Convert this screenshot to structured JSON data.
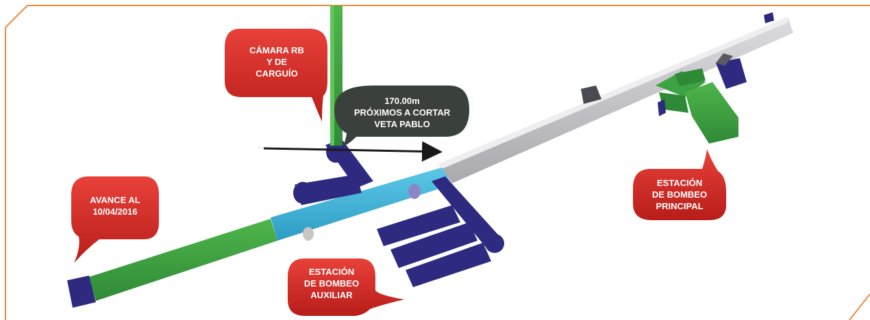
{
  "callouts": {
    "camara": {
      "line1": "CÁMARA RB",
      "line2": "Y DE",
      "line3": "CARGUÍO"
    },
    "distance": {
      "line1": "170.00m",
      "line2": "PRÓXIMOS A CORTAR",
      "line3": "VETA PABLO"
    },
    "avance": {
      "line1": "AVANCE AL",
      "line2": "10/04/2016"
    },
    "bombeo_principal": {
      "line1": "ESTACIÓN",
      "line2": "DE BOMBEO",
      "line3": "PRINCIPAL"
    },
    "bombeo_auxiliar": {
      "line1": "ESTACIÓN",
      "line2": "DE BOMBEO",
      "line3": "AUXILIAR"
    }
  },
  "colors": {
    "frame": "#f08a3c",
    "callout_red": "#d62a24",
    "callout_dark": "#3a413d",
    "tunnel_grey": "#c8c8cc",
    "tunnel_blue": "#44b4d8",
    "tunnel_green": "#3ea345",
    "structure_navy": "#2e2a80",
    "shaft_green": "#4aa541"
  }
}
